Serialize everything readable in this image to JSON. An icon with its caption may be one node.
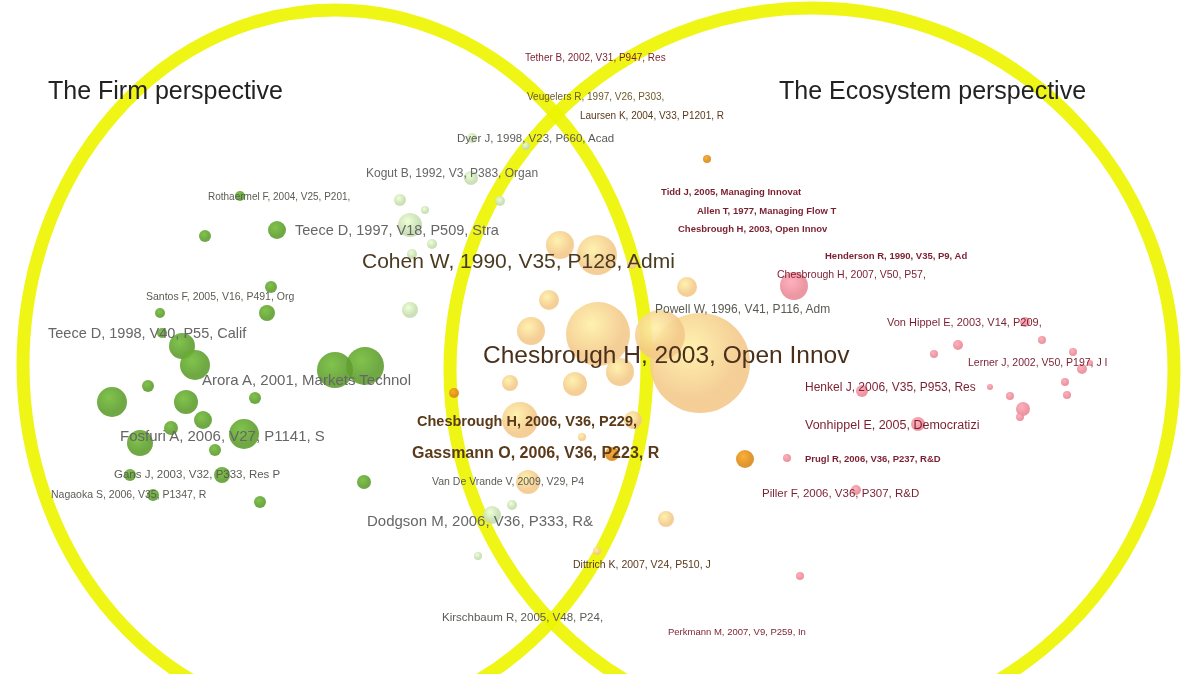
{
  "diagram": {
    "nodes": [
      {
        "text": [
          "The Firm perspective"
        ]
      },
      {
        "text": [
          "The Ecosystem perspective"
        ]
      }
    ],
    "labels": [
      "Tether B, 2002, V31, P947, Res",
      "Veugelers R, 1997, V26, P303,",
      "Laursen K, 2004, V33, P1201, R",
      "Dyer J, 1998, V23, P660, Acad",
      "Kogut B, 1992, V3, P383, Organ",
      "Rothaermel F, 2004, V25, P201,",
      "Teece D, 1997, V18, P509, Stra",
      "Tidd J, 2005, Managing Innovat",
      "Allen T, 1977, Managing Flow T",
      "Chesbrough H, 2003, Open Innov",
      "Cohen W, 1990, V35, P128, Admi",
      "Henderson R, 1990, V35, P9, Ad",
      "Chesbrough H, 2007, V50, P57,",
      "Santos F, 2005, V16, P491, Org",
      "Powell W, 1996, V41, P116, Adm",
      "Von Hippel E, 2003, V14, P209,",
      "Teece D, 1998, V40, P55, Calif",
      "Chesbrough H, 2003, Open Innov",
      "Lerner J, 2002, V50, P197, J I",
      "Arora A, 2001, Markets Technol",
      "Henkel J, 2006, V35, P953, Res",
      "Chesbrough H, 2006, V36, P229,",
      "Vonhippel E, 2005, Democratizi",
      "Fosfuri A, 2006, V27, P1141, S",
      "Gassmann O, 2006, V36, P223, R",
      "Prugl R, 2006, V36, P237, R&D",
      "Gans J, 2003, V32, P333, Res P",
      "Van De Vrande V, 2009, V29, P4",
      "Nagaoka S, 2006, V35, P1347, R",
      "Piller F, 2006, V36, P307, R&D",
      "Dodgson M, 2006, V36, P333, R&",
      "Dittrich K, 2007, V24, P510, J",
      "Kirschbaum R, 2005, V48, P24,",
      "Perkmann M, 2007, V9, P259, In"
    ]
  }
}
